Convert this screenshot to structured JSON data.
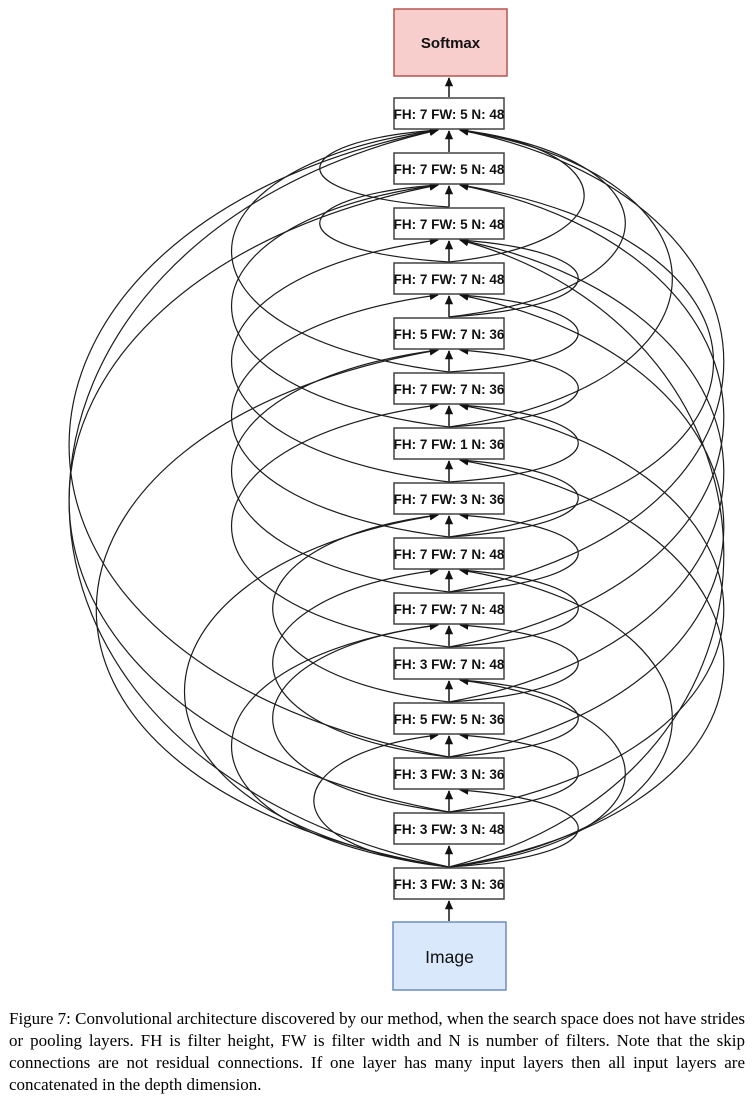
{
  "figure": {
    "caption": "Figure 7: Convolutional architecture discovered by our method, when the search space does not have strides or pooling layers. FH is filter height, FW is filter width and N is number of filters. Note that the skip connections are not residual connections. If one layer has many input layers then all input layers are concatenated in the depth dimension."
  },
  "colors": {
    "softmax_fill": "#f8cecc",
    "softmax_stroke": "#b85450",
    "image_fill": "#dae8fc",
    "image_stroke": "#6c8ebf",
    "layer_fill": "#ffffff",
    "layer_stroke": "#424242",
    "edge": "#1c1c1c",
    "arrow": "#111111",
    "label": "#111111"
  },
  "diagram": {
    "nodes": [
      {
        "id": "softmax",
        "label": "Softmax",
        "type": "softmax"
      },
      {
        "id": "conv15",
        "label": "FH: 7 FW: 5 N: 48",
        "type": "conv"
      },
      {
        "id": "conv14",
        "label": "FH: 7 FW: 5 N: 48",
        "type": "conv"
      },
      {
        "id": "conv13",
        "label": "FH: 7 FW: 5 N: 48",
        "type": "conv"
      },
      {
        "id": "conv12",
        "label": "FH: 7 FW: 7 N: 48",
        "type": "conv"
      },
      {
        "id": "conv11",
        "label": "FH: 5 FW: 7 N: 36",
        "type": "conv"
      },
      {
        "id": "conv10",
        "label": "FH: 7 FW: 7 N: 36",
        "type": "conv"
      },
      {
        "id": "conv9",
        "label": "FH: 7 FW: 1 N: 36",
        "type": "conv"
      },
      {
        "id": "conv8",
        "label": "FH: 7 FW: 3 N: 36",
        "type": "conv"
      },
      {
        "id": "conv7",
        "label": "FH: 7 FW: 7 N: 48",
        "type": "conv"
      },
      {
        "id": "conv6",
        "label": "FH: 7 FW: 7 N: 48",
        "type": "conv"
      },
      {
        "id": "conv5",
        "label": "FH: 3 FW: 7 N: 48",
        "type": "conv"
      },
      {
        "id": "conv4",
        "label": "FH: 5 FW: 5 N: 36",
        "type": "conv"
      },
      {
        "id": "conv3",
        "label": "FH: 3 FW: 3 N: 36",
        "type": "conv"
      },
      {
        "id": "conv2",
        "label": "FH: 3 FW: 3 N: 48",
        "type": "conv"
      },
      {
        "id": "conv1",
        "label": "FH: 3 FW: 3 N: 36",
        "type": "conv"
      },
      {
        "id": "image",
        "label": "Image",
        "type": "image"
      }
    ],
    "skip_connections": [
      {
        "from": 15,
        "to": 13,
        "side": "R"
      },
      {
        "from": 15,
        "to": 12,
        "side": "L"
      },
      {
        "from": 15,
        "to": 11,
        "side": "R"
      },
      {
        "from": 15,
        "to": 10,
        "side": "L"
      },
      {
        "from": 15,
        "to": 9,
        "side": "R"
      },
      {
        "from": 15,
        "to": 8,
        "side": "L"
      },
      {
        "from": 15,
        "to": 7,
        "side": "R"
      },
      {
        "from": 15,
        "to": 5,
        "side": "L"
      },
      {
        "from": 15,
        "to": 3,
        "side": "R"
      },
      {
        "from": 15,
        "to": 1,
        "side": "L"
      },
      {
        "from": 14,
        "to": 12,
        "side": "R"
      },
      {
        "from": 14,
        "to": 10,
        "side": "L"
      },
      {
        "from": 14,
        "to": 6,
        "side": "R"
      },
      {
        "from": 14,
        "to": 2,
        "side": "L"
      },
      {
        "from": 13,
        "to": 11,
        "side": "R"
      },
      {
        "from": 13,
        "to": 9,
        "side": "L"
      },
      {
        "from": 13,
        "to": 4,
        "side": "R"
      },
      {
        "from": 13,
        "to": 1,
        "side": "L"
      },
      {
        "from": 12,
        "to": 10,
        "side": "R"
      },
      {
        "from": 12,
        "to": 8,
        "side": "L"
      },
      {
        "from": 12,
        "to": 3,
        "side": "R"
      },
      {
        "from": 11,
        "to": 9,
        "side": "R"
      },
      {
        "from": 11,
        "to": 6,
        "side": "L"
      },
      {
        "from": 11,
        "to": 2,
        "side": "R"
      },
      {
        "from": 10,
        "to": 8,
        "side": "R"
      },
      {
        "from": 10,
        "to": 5,
        "side": "L"
      },
      {
        "from": 10,
        "to": 1,
        "side": "R"
      },
      {
        "from": 9,
        "to": 7,
        "side": "R"
      },
      {
        "from": 9,
        "to": 4,
        "side": "L"
      },
      {
        "from": 9,
        "to": 2,
        "side": "R"
      },
      {
        "from": 8,
        "to": 6,
        "side": "R"
      },
      {
        "from": 8,
        "to": 3,
        "side": "L"
      },
      {
        "from": 7,
        "to": 5,
        "side": "R"
      },
      {
        "from": 7,
        "to": 2,
        "side": "L"
      },
      {
        "from": 7,
        "to": 1,
        "side": "R"
      },
      {
        "from": 6,
        "to": 4,
        "side": "R"
      },
      {
        "from": 6,
        "to": 1,
        "side": "L"
      },
      {
        "from": 5,
        "to": 3,
        "side": "R"
      },
      {
        "from": 5,
        "to": 1,
        "side": "R"
      },
      {
        "from": 4,
        "to": 2,
        "side": "L"
      },
      {
        "from": 4,
        "to": 1,
        "side": "R"
      },
      {
        "from": 3,
        "to": 1,
        "side": "L"
      }
    ]
  }
}
